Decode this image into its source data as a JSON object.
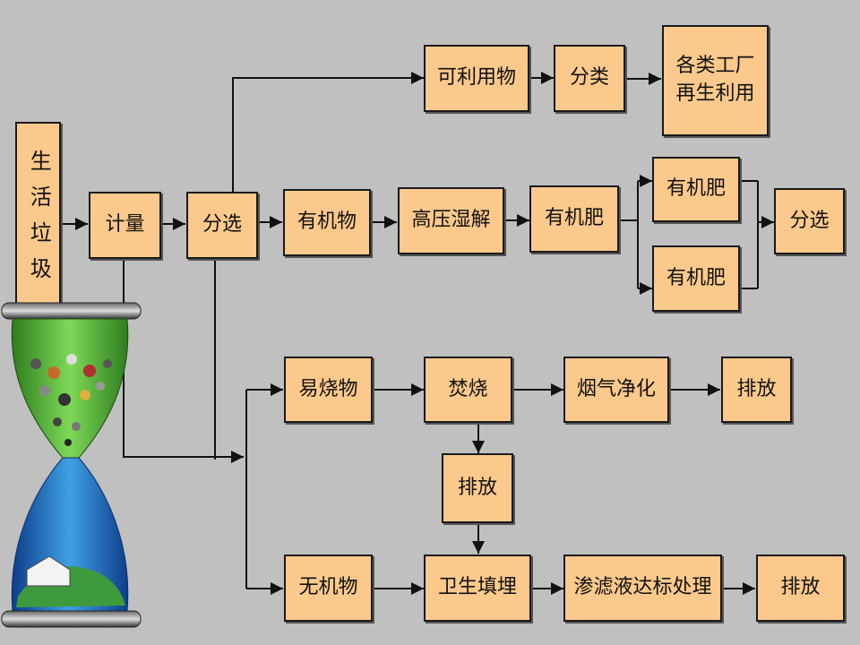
{
  "nodes": {
    "garbage": "生活垃圾",
    "weigh": "计量",
    "sort1": "分选",
    "recyclable": "可利用物",
    "classify": "分类",
    "factory_line1": "各类工厂",
    "factory_line2": "再生利用",
    "organic": "有机物",
    "hp_wet": "高压湿解",
    "fertilizer": "有机肥",
    "fertilizer_a": "有机肥",
    "fertilizer_b": "有机肥",
    "sort2": "分选",
    "combustible": "易烧物",
    "incinerate": "焚烧",
    "flue_gas": "烟气净化",
    "discharge1": "排放",
    "discharge2": "排放",
    "inorganic": "无机物",
    "landfill": "卫生填埋",
    "leachate": "渗滤液达标处理",
    "discharge3": "排放"
  },
  "colors": {
    "box_fill": "#fcc98c",
    "background": "#c0c0c0",
    "line": "#111111"
  }
}
